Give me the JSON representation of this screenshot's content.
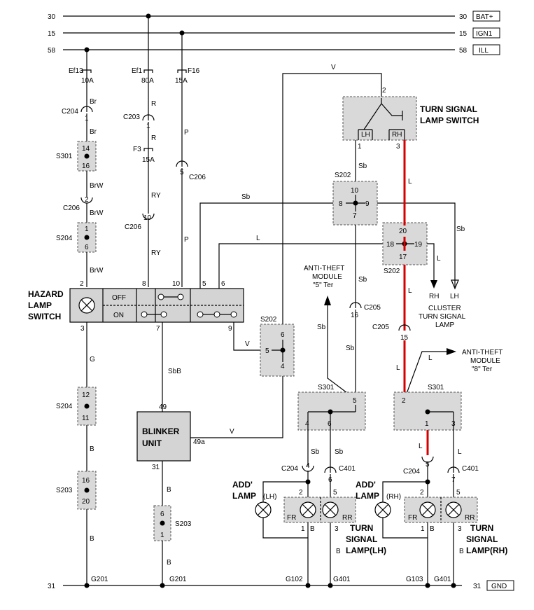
{
  "bus": {
    "b30_left": "30",
    "b30_right": "30",
    "b30_tag": "BAT+",
    "b15_left": "15",
    "b15_right": "15",
    "b15_tag": "IGN1",
    "b58_left": "58",
    "b58_right": "58",
    "b58_tag": "ILL",
    "b31_left": "31",
    "b31_right": "31",
    "b31_tag": "GND"
  },
  "fuses": {
    "ef13": "Ef13",
    "ef13_amp": "10A",
    "ef1": "Ef1",
    "ef1_amp": "80A",
    "f16": "F16",
    "f16_amp": "15A",
    "f3": "F3",
    "f3_amp": "15A"
  },
  "connectors": {
    "c204": "C204",
    "c203": "C203",
    "c206": "C206",
    "c205": "C205",
    "c401": "C401",
    "s301": "S301",
    "s204": "S204",
    "s203": "S203",
    "s202": "S202"
  },
  "wires": {
    "br": "Br",
    "brw": "BrW",
    "r": "R",
    "ry": "RY",
    "p": "P",
    "sb": "Sb",
    "l": "L",
    "v": "V",
    "g": "G",
    "b": "B",
    "sbb": "SbB"
  },
  "pins": {
    "p1": "1",
    "p2": "2",
    "p3": "3",
    "p4": "4",
    "p5": "5",
    "p6": "6",
    "p7": "7",
    "p8": "8",
    "p9": "9",
    "p10": "10",
    "p11": "11",
    "p12": "12",
    "p14": "14",
    "p15": "15",
    "p16": "16",
    "p17": "17",
    "p18": "18",
    "p19": "19",
    "p20": "20",
    "p31": "31",
    "p49": "49",
    "p49a": "49a"
  },
  "components": {
    "hazard": [
      "HAZARD",
      "LAMP",
      "SWITCH"
    ],
    "off": "OFF",
    "on": "ON",
    "turn_switch": [
      "TURN SIGNAL",
      "LAMP SWITCH"
    ],
    "lh": "LH",
    "rh": "RH",
    "blinker": [
      "BLINKER",
      "UNIT"
    ],
    "cluster": [
      "CLUSTER",
      "TURN SIGNAL",
      "LAMP"
    ],
    "antitheft5": [
      "ANTI-THEFT",
      "MODULE",
      "\"5\" Ter"
    ],
    "antitheft8": [
      "ANTI-THEFT",
      "MODULE",
      "\"8\" Ter"
    ],
    "add_lamp": [
      "ADD'",
      "LAMP"
    ],
    "lh_paren": "(LH)",
    "rh_paren": "(RH)",
    "fr": "FR",
    "rr": "RR",
    "tsl_lh": [
      "TURN",
      "SIGNAL",
      "LAMP(LH)"
    ],
    "tsl_rh": [
      "TURN",
      "SIGNAL",
      "LAMP(RH)"
    ]
  },
  "grounds": {
    "g201": "G201",
    "g102": "G102",
    "g401": "G401",
    "g103": "G103"
  },
  "colors": {
    "highlight": "#d40000",
    "box_fill": "#d9d9d9"
  }
}
